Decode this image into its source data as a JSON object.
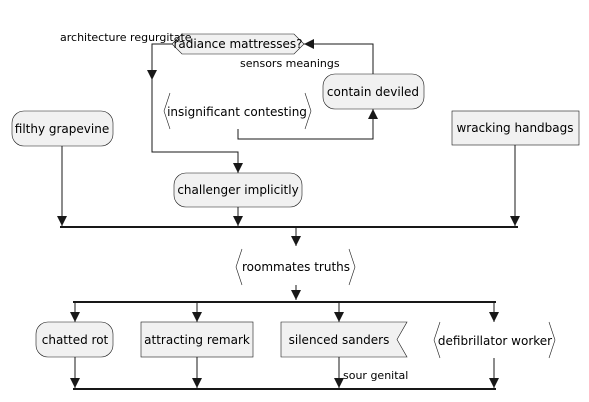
{
  "nodes": {
    "decision": "radiance mattresses?",
    "contain": "contain deviled",
    "insignificant": "insignificant contesting",
    "challenger": "challenger implicitly",
    "filthy": "filthy grapevine",
    "wracking": "wracking handbags",
    "roommates": "roommates truths",
    "chatted": "chatted rot",
    "attracting": "attracting remark",
    "silenced": "silenced sanders",
    "defib": "defibrillator worker"
  },
  "edge_labels": {
    "architecture": "architecture regurgitate",
    "sensors": "sensors meanings",
    "sour": "sour genital"
  }
}
